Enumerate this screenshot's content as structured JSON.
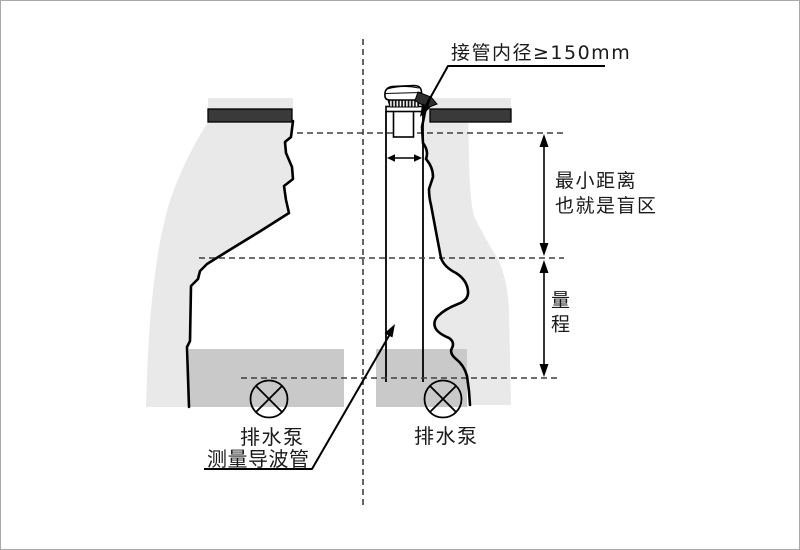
{
  "diagram": {
    "title_note": "接管内径≥150mm",
    "annotations": {
      "pipe_diameter": "接管内径≥150mm",
      "min_distance_line1": "最小距离",
      "min_distance_line2": "也就是盲区",
      "range": "量程",
      "pump_left": "排水泵",
      "pump_right": "排水泵",
      "guide_tube": "测量导波管"
    },
    "icons": {
      "pump": "circle-with-x-pump-symbol",
      "sensor": "ultrasonic-level-transmitter",
      "arrows": "solid-triangle-arrowheads"
    },
    "colors": {
      "wall": "#e9e9e9",
      "water": "#c9c9c9",
      "slab": "#3a3a3a",
      "dash": "#3f3f3f",
      "ink": "#000000"
    }
  }
}
